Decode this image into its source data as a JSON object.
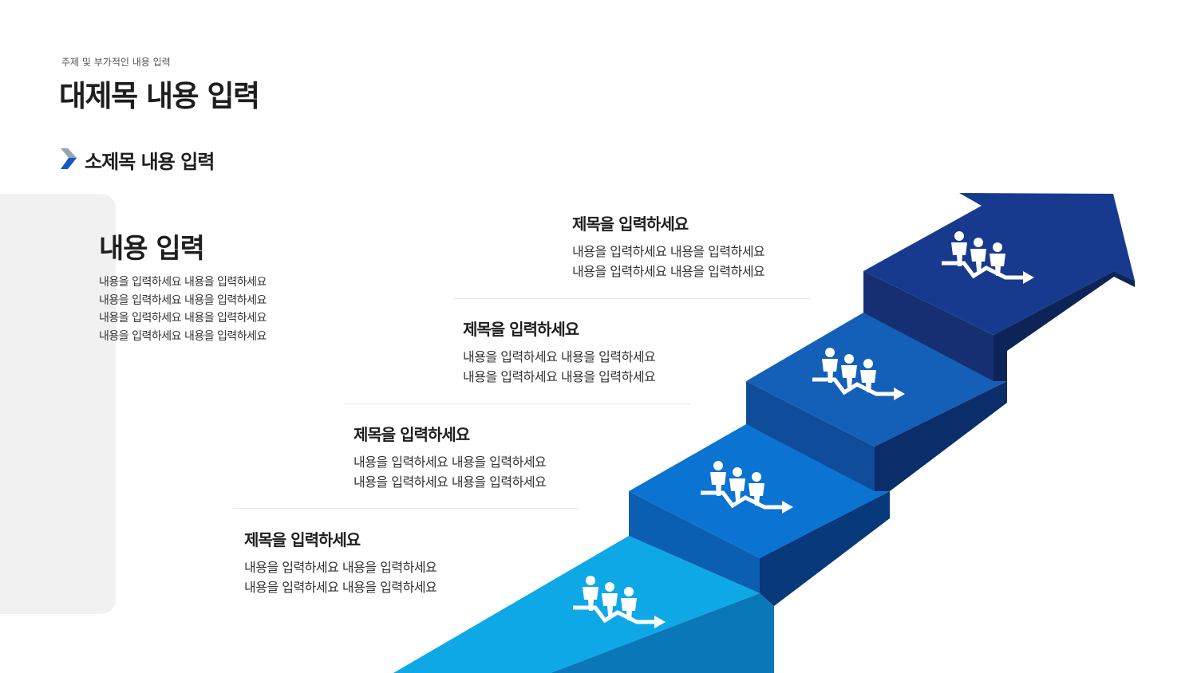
{
  "header": {
    "subtitle": "주제 및 부가적인 내용 입력",
    "title": "대제목 내용 입력"
  },
  "section": {
    "title": "소제목 내용 입력"
  },
  "panel": {
    "heading": "내용 입력",
    "lines": [
      "내용을 입력하세요 내용을 입력하세요",
      "내용을 입력하세요 내용을 입력하세요",
      "내용을 입력하세요 내용을 입력하세요",
      "내용을 입력하세요 내용을 입력하세요"
    ]
  },
  "steps": [
    {
      "title": "제목을 입력하세요",
      "lines": [
        "내용을 입력하세요 내용을 입력하세요",
        "내용을 입력하세요 내용을 입력하세요"
      ]
    },
    {
      "title": "제목을 입력하세요",
      "lines": [
        "내용을 입력하세요 내용을 입력하세요",
        "내용을 입력하세요 내용을 입력하세요"
      ]
    },
    {
      "title": "제목을 입력하세요",
      "lines": [
        "내용을 입력하세요 내용을 입력하세요",
        "내용을 입력하세요 내용을 입력하세요"
      ]
    },
    {
      "title": "제목을 입력하세요",
      "lines": [
        "내용을 입력하세요 내용을 입력하세요",
        "내용을 입력하세요 내용을 입력하세요"
      ]
    }
  ],
  "icons": {
    "section_marker": "chevron-right-icon",
    "step_icon": "team-growth-icon"
  },
  "colors": {
    "step1": "#0fa8e6",
    "step2": "#0b73d1",
    "step3": "#1460b8",
    "step4": "#173a8e",
    "arrow_head": "#1b3f93",
    "panel_bg": "#f1f1f1"
  }
}
